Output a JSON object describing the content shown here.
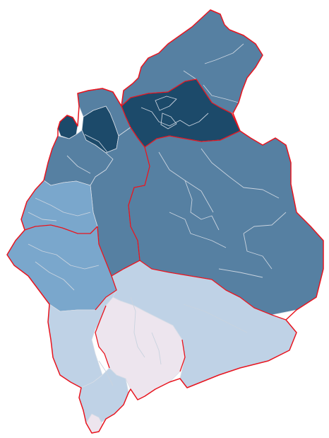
{
  "map": {
    "colors": {
      "darkest": "#1c4a6a",
      "dark": "#2f5d80",
      "mid_dark": "#46708f",
      "medium": "#5680a2",
      "medium_light": "#7aa7cc",
      "light": "#bfd2e6",
      "lightest": "#ede5ee",
      "district_border": "#e8141e",
      "ward_border": "#d7dde6"
    },
    "shading_classes": [
      "darkest",
      "dark",
      "mid_dark",
      "medium",
      "medium_light",
      "light",
      "lightest"
    ]
  }
}
